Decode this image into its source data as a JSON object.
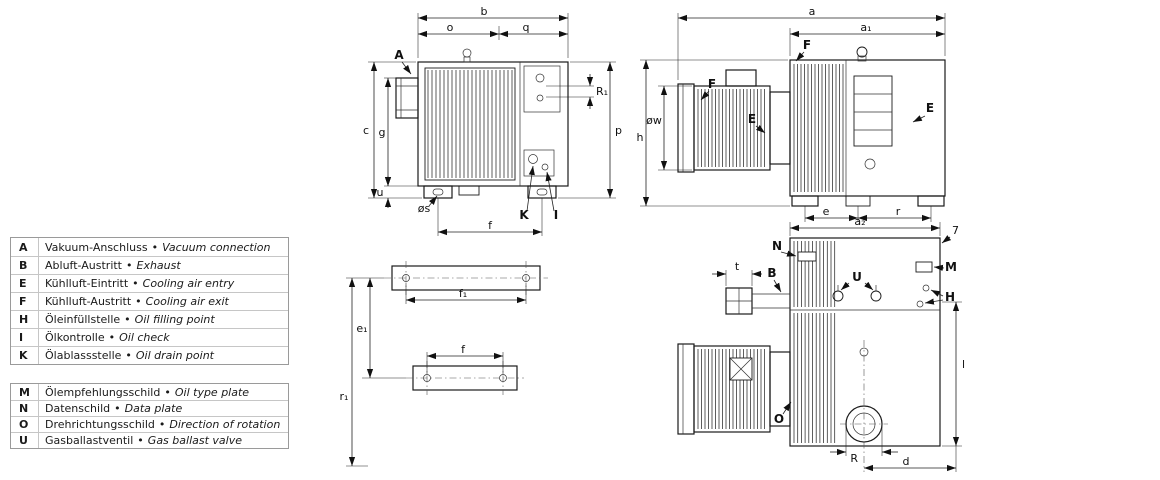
{
  "legend": {
    "separator": "•",
    "rows_a": [
      {
        "key": "A",
        "de": "Vakuum-Anschluss",
        "en": "Vacuum connection"
      },
      {
        "key": "B",
        "de": "Abluft-Austritt",
        "en": "Exhaust"
      },
      {
        "key": "E",
        "de": "Kühlluft-Eintritt",
        "en": "Cooling air entry"
      },
      {
        "key": "F",
        "de": "Kühlluft-Austritt",
        "en": "Cooling air exit"
      },
      {
        "key": "H",
        "de": "Öleinfüllstelle",
        "en": "Oil filling point"
      },
      {
        "key": "I",
        "de": "Ölkontrolle",
        "en": "Oil check"
      },
      {
        "key": "K",
        "de": "Ölablassstelle",
        "en": "Oil drain point"
      }
    ],
    "rows_b": [
      {
        "key": "M",
        "de": "Ölempfehlungsschild",
        "en": "Oil type plate"
      },
      {
        "key": "N",
        "de": "Datenschild",
        "en": "Data plate"
      },
      {
        "key": "O",
        "de": "Drehrichtungsschild",
        "en": "Direction of rotation"
      },
      {
        "key": "U",
        "de": "Gasballastventil",
        "en": "Gas ballast valve"
      }
    ]
  },
  "front_view": {
    "dim_b": "b",
    "dim_o": "o",
    "dim_q": "q",
    "label_A": "A",
    "dim_R1": "R₁",
    "dim_c": "c",
    "dim_g": "g",
    "dim_u": "u",
    "dim_p": "p",
    "dim_os": "øs",
    "dim_f": "f",
    "label_K": "K",
    "label_I": "I"
  },
  "plates": {
    "dim_f1": "f₁",
    "dim_f": "f",
    "dim_e1": "e₁",
    "dim_r1": "r₁"
  },
  "side_view": {
    "dim_a": "a",
    "dim_a1": "a₁",
    "label_F": "F",
    "label_E": "E",
    "dim_ow": "øw",
    "dim_h": "h",
    "dim_e": "e",
    "dim_r": "r"
  },
  "plan_view": {
    "dim_a2": "a₂",
    "note_7": "7",
    "label_N": "N",
    "label_B": "B",
    "dim_t": "t",
    "label_U": "U",
    "label_M": "M",
    "label_H": "H",
    "label_O": "O",
    "dim_l": "l",
    "dim_R": "R",
    "dim_d": "d"
  }
}
